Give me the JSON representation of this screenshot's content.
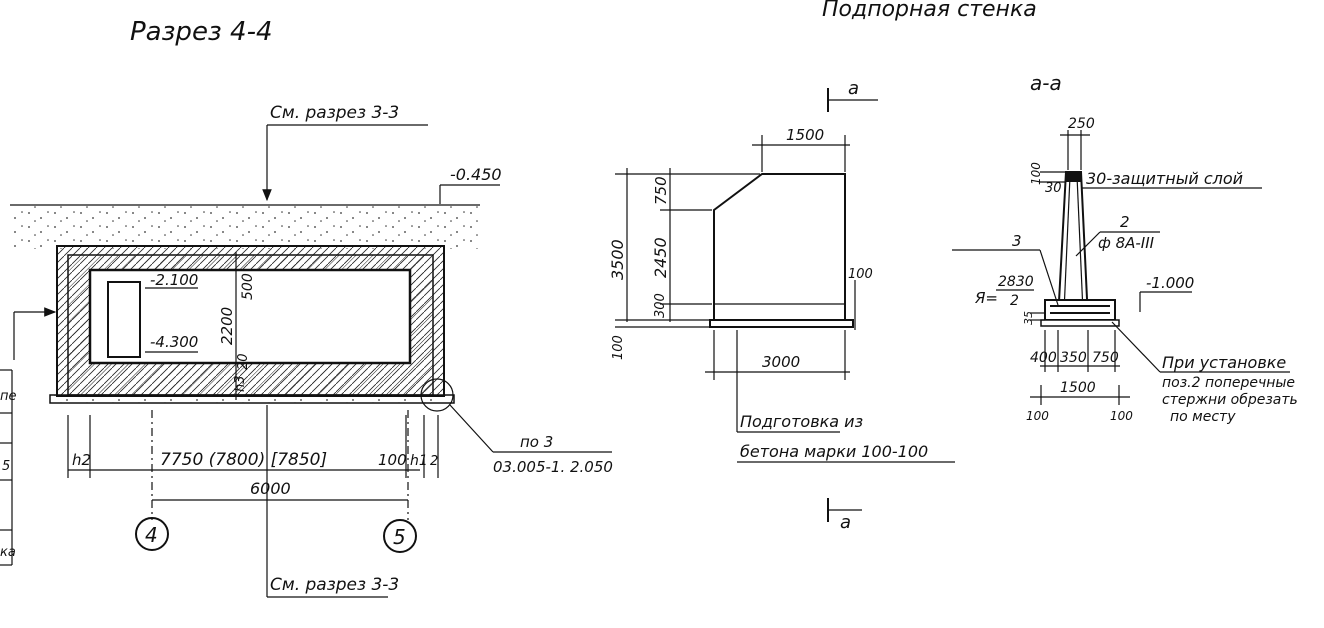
{
  "titles": {
    "left": "Разрез 4-4",
    "right_top": "Подпорная стенка",
    "section_aa": "а-а"
  },
  "left_section": {
    "callout_top": "См. разрез 3-3",
    "callout_bottom": "См. разрез 3-3",
    "elev_ground": "-0.450",
    "elev_top_opening": "-2.100",
    "elev_bottom_opening": "-4.300",
    "dim_500": "500",
    "dim_2200": "2200",
    "dim_20": "20",
    "label_h3": "h3",
    "label_h2": "h2",
    "label_h1": "h1",
    "dim_2": "2",
    "dim_100": "100",
    "dim_span": "7750 (7800) [7850]",
    "dim_6000": "6000",
    "axis_4": "4",
    "axis_5": "5",
    "node_ref_1": "по 3",
    "node_ref_2": "03.005-1. 2.050",
    "table_frags": [
      "пе",
      "5",
      "ка"
    ]
  },
  "wall_elevation": {
    "mark_a_top": "а",
    "mark_a_bottom": "а",
    "dim_1500": "1500",
    "dim_3500": "3500",
    "dim_750": "750",
    "dim_2450": "2450",
    "dim_300": "300",
    "dim_100_left": "100",
    "dim_100_right": "100",
    "dim_3000": "3000",
    "note_line1": "Подготовка из",
    "note_line2": "бетона марки 100-100"
  },
  "section_aa": {
    "dim_250": "250",
    "dim_100": "100",
    "dim_30": "30",
    "cover_note": "30-защитный слой",
    "pos2": "2",
    "pos2_rebar": "ф 8А-III",
    "pos3": "3",
    "pos3_len_label": "Я=",
    "pos3_len_num": "2830",
    "pos3_len_den": "2",
    "elev": "-1.000",
    "dim_35": "35",
    "dim_400": "400",
    "dim_350": "350",
    "dim_750": "750",
    "dim_1500": "1500",
    "dim_100_l": "100",
    "dim_100_r": "100",
    "note_1": "При установке",
    "note_2": "поз.2 поперечные",
    "note_3": "стержни обрезать",
    "note_4": "по месту"
  }
}
